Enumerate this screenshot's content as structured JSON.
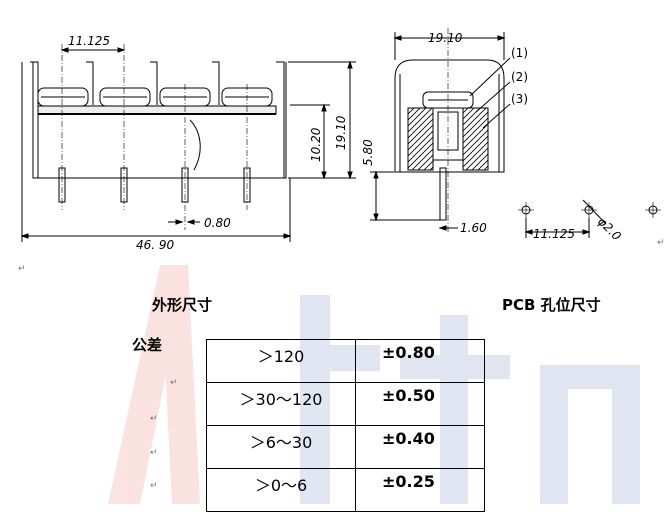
{
  "drawing": {
    "dim_pitch": "11.125",
    "dim_total_length": "46. 90",
    "dim_pin_width": "0.80",
    "dim_height_full": "19.10",
    "dim_height_body": "10.20",
    "dim_top_width": "19.10",
    "dim_pin_length": "5.80",
    "dim_pin_offset": "1.60",
    "dim_hole_pitch": "11.125",
    "dim_hole_diameter": "φ2.0",
    "callouts": [
      "(1)",
      "(2)",
      "(3)"
    ]
  },
  "headings": {
    "outline": "外形尺寸",
    "pcb": "PCB 孔位尺寸",
    "tolerance": "公差"
  },
  "tolerance_table": [
    {
      "range": "＞120",
      "value": "±0.80"
    },
    {
      "range": "＞30～120",
      "value": "±0.50"
    },
    {
      "range": "＞6～30",
      "value": "±0.40"
    },
    {
      "range": "＞0～6",
      "value": "±0.25"
    }
  ],
  "paragraph_mark": "↵"
}
